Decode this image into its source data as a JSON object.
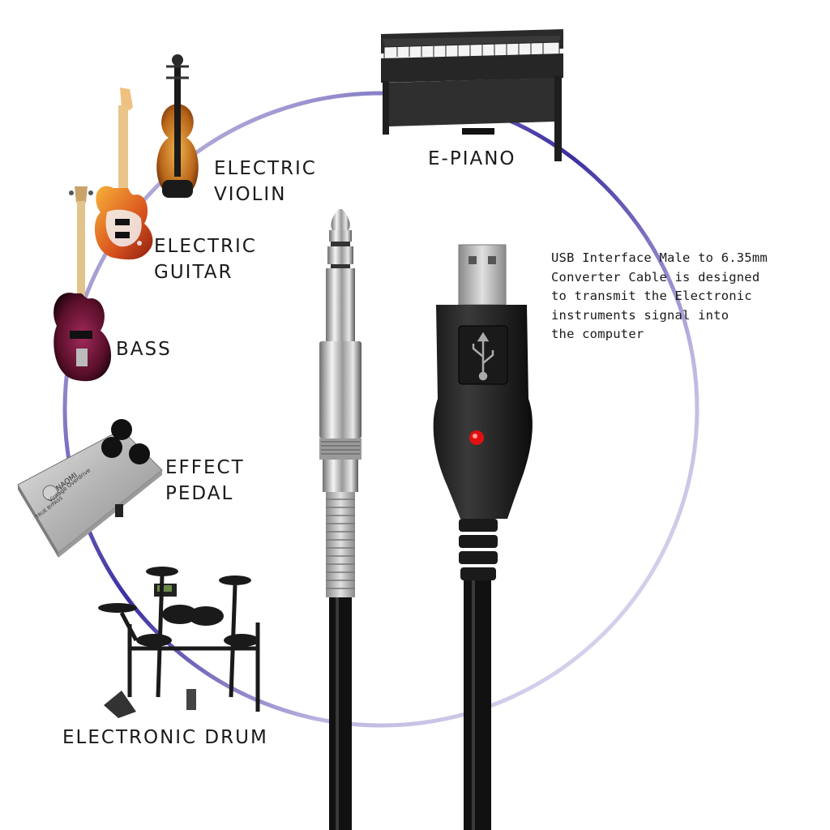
{
  "labels": {
    "e_piano": "E-PIANO",
    "electric_violin_line1": "ELECTRIC",
    "electric_violin_line2": "VIOLIN",
    "electric_guitar_line1": "ELECTRIC",
    "electric_guitar_line2": "GUITAR",
    "bass": "BASS",
    "effect_pedal_line1": "EFFECT",
    "effect_pedal_line2": "PEDAL",
    "electronic_drum": "ELECTRONIC DRUM"
  },
  "description": {
    "line1": "USB Interface Male to 6.35mm",
    "line2": "Converter Cable is designed",
    "line3": "to transmit the Electronic",
    "line4": "instruments signal into",
    "line5": "the computer"
  },
  "pedal_brand": "NAOMI",
  "pedal_model": "Vintage Overdrive",
  "pedal_bypass": "TRUE BYPASS",
  "colors": {
    "ring_purple": "#3b2fa0",
    "ring_light": "#d9d4ee",
    "cable_black": "#111111",
    "led_red": "#e01010",
    "chrome": "#c8c8c8"
  },
  "icons": [
    "usb-symbol-icon",
    "e-piano-icon",
    "electric-violin-icon",
    "electric-guitar-icon",
    "bass-guitar-icon",
    "effect-pedal-icon",
    "electronic-drum-icon"
  ]
}
